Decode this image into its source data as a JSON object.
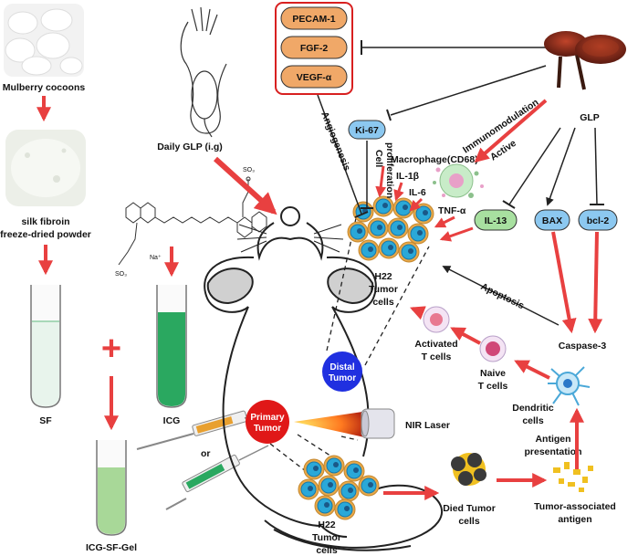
{
  "labels": {
    "mulberry": "Mulberry cocoons",
    "silk_1": "silk fibroin",
    "silk_2": "freeze-dried powder",
    "daily": "Daily GLP (i.g)",
    "sf": "SF",
    "icg": "ICG",
    "gel": "ICG-SF-Gel",
    "or": "or",
    "plus": "+",
    "pecam": "PECAM-1",
    "fgf": "FGF-2",
    "vegf": "VEGF-α",
    "angiogenesis": "Angiogenesis",
    "ki67": "Ki-67",
    "cell": "Cell",
    "proliferation": "proliferation",
    "macrophage": "Macrophage(CD68)",
    "immuno": "Immunomodulation",
    "active": "Active",
    "glp": "GLP",
    "il1b": "IL-1β",
    "il6": "IL-6",
    "tnfa": "TNF-α",
    "il13": "IL-13",
    "bax": "BAX",
    "bcl2": "bcl-2",
    "h22_top_1": "H22",
    "h22_top_2": "Tumor",
    "h22_top_3": "cells",
    "apoptosis": "Apoptosis",
    "caspase": "Caspase-3",
    "activated_1": "Activated",
    "activated_2": "T cells",
    "naive_1": "Naive",
    "naive_2": "T cells",
    "dendritic_1": "Dendritic",
    "dendritic_2": "cells",
    "distal_1": "Distal",
    "distal_2": "Tumor",
    "primary_1": "Primary",
    "primary_2": "Tumor",
    "nir": "NIR Laser",
    "antigen_pres_1": "Antigen",
    "antigen_pres_2": "presentation",
    "h22_bot_1": "H22",
    "h22_bot_2": "Tumor",
    "h22_bot_3": "cells",
    "died_1": "Died Tumor",
    "died_2": "cells",
    "taa": "Tumor-associated",
    "taa_2": "antigen",
    "na": "Na⁺",
    "so3": "SO₃"
  },
  "colors": {
    "arrow_red": "#e84040",
    "inhibit_black": "#222222",
    "orange_pill": "#f0a868",
    "blue_pill": "#8cc8f0",
    "green_pill": "#a8e0a0",
    "distal_blue": "#2030e0",
    "primary_red": "#e01818",
    "tumor_cell": "#2aa8d8",
    "sf_liquid": "#e8f4ec",
    "icg_liquid": "#2aa860",
    "gel_liquid": "#a8d898"
  }
}
